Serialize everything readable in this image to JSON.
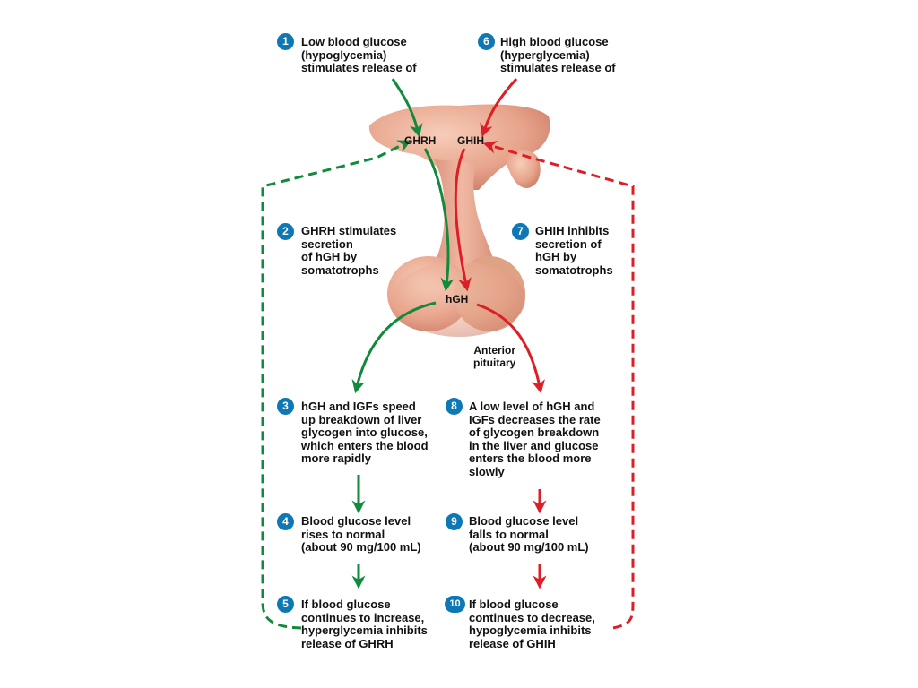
{
  "colors": {
    "increase_path": "#128a3c",
    "decrease_path": "#dc1f26",
    "badge": "#0e78b4",
    "gland_tissue": "#e8a48c"
  },
  "gland_labels": {
    "ghrh": "GHRH",
    "ghih": "GHIH",
    "hgh": "hGH",
    "anterior_pituitary": "Anterior\npituitary"
  },
  "left_steps": [
    {
      "number": "1",
      "text": "Low blood glucose\n(hypoglycemia)\nstimulates release of"
    },
    {
      "number": "2",
      "text": "GHRH stimulates\nsecretion\nof hGH by\nsomatotrophs"
    },
    {
      "number": "3",
      "text": "hGH and IGFs speed\nup breakdown of liver\nglycogen into glucose,\nwhich enters the blood\nmore rapidly"
    },
    {
      "number": "4",
      "text": "Blood glucose level\nrises to normal\n(about 90 mg/100 mL)"
    },
    {
      "number": "5",
      "text": "If blood glucose\ncontinues to increase,\nhyperglycemia inhibits\nrelease of GHRH"
    }
  ],
  "right_steps": [
    {
      "number": "6",
      "text": "High blood glucose\n(hyperglycemia)\nstimulates release of"
    },
    {
      "number": "7",
      "text": "GHIH inhibits\nsecretion of\nhGH by\nsomatotrophs"
    },
    {
      "number": "8",
      "text": "A low level of hGH and\nIGFs decreases the rate\nof glycogen breakdown\nin the liver and glucose\nenters the blood more\nslowly"
    },
    {
      "number": "9",
      "text": "Blood glucose level\nfalls to normal\n(about 90 mg/100 mL)"
    },
    {
      "number": "10",
      "text": "If blood glucose\ncontinues to decrease,\nhypoglycemia inhibits\nrelease of GHIH"
    }
  ]
}
